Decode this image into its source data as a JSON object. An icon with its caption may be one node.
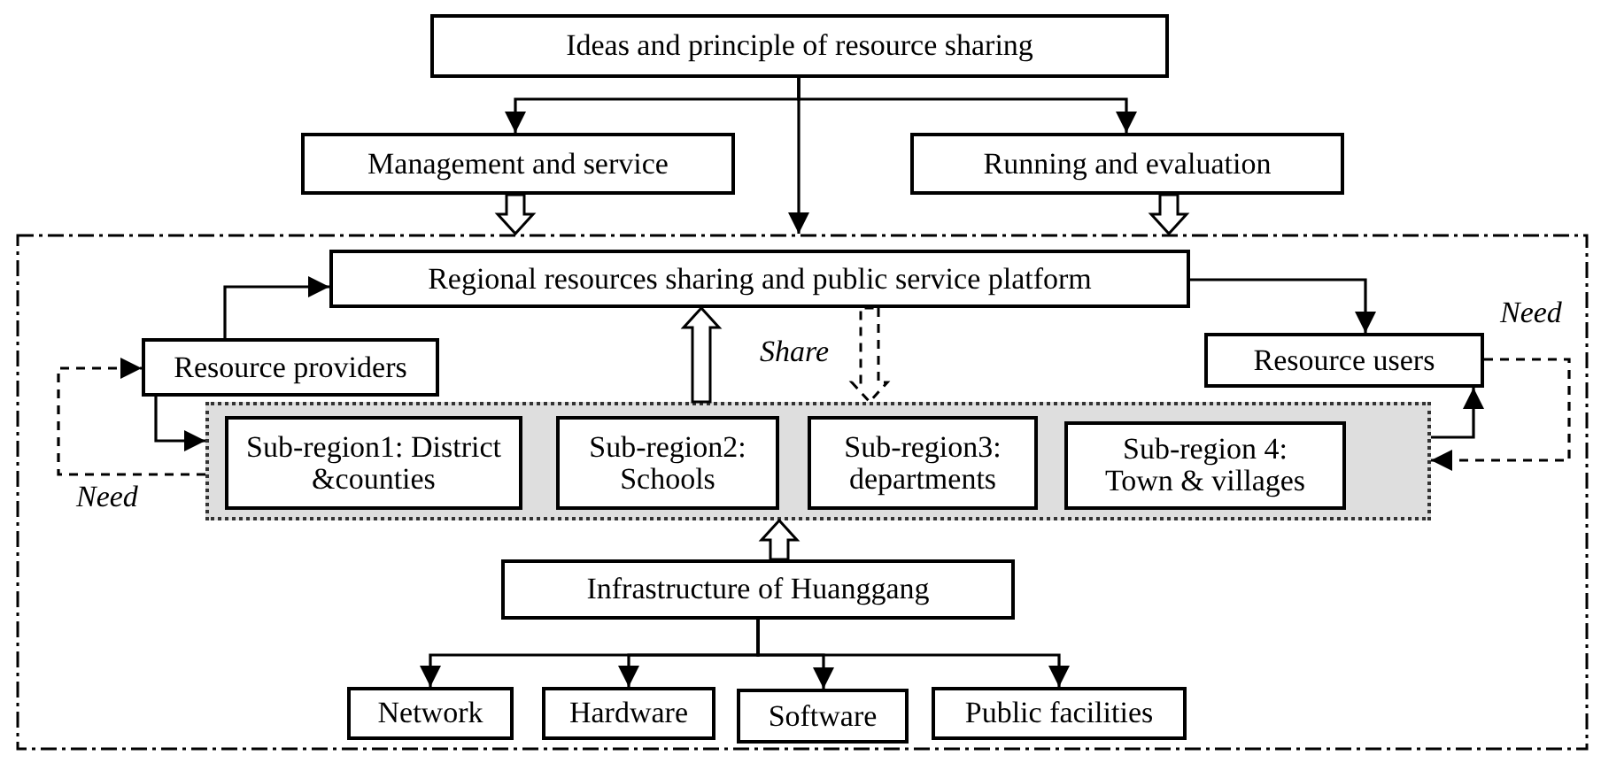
{
  "diagram": {
    "nodes": [
      {
        "text": [
          "Ideas and principle of resource sharing"
        ]
      },
      {
        "text": [
          "Management and service"
        ]
      },
      {
        "text": [
          "Running and evaluation"
        ]
      },
      {
        "text": [],
        "shape": "box"
      },
      {
        "text": [
          "Regional resources sharing and public service platform"
        ],
        "in": 3
      },
      {
        "text": [
          "Resource providers"
        ],
        "in": 3
      },
      {
        "text": [
          "Resource users"
        ],
        "in": 3
      },
      {
        "text": [],
        "shape": "box",
        "in": 3
      },
      {
        "text": [
          "Sub-region1: District &counties"
        ],
        "in": 7
      },
      {
        "text": [
          "Sub-region2: Schools"
        ],
        "in": 7
      },
      {
        "text": [
          "Sub-region3: departments"
        ],
        "in": 7
      },
      {
        "text": [
          "Sub-region 4: Town & villages"
        ],
        "in": 7
      },
      {
        "text": [
          "Infrastructure of Huanggang"
        ],
        "in": 3
      },
      {
        "text": [
          "Network"
        ],
        "in": 3
      },
      {
        "text": [
          "Hardware"
        ],
        "in": 3
      },
      {
        "text": [
          "Software"
        ],
        "in": 3
      },
      {
        "text": [
          "Public facilities"
        ],
        "in": 3
      }
    ],
    "edges": [
      {
        "from": 0,
        "to": 1,
        "arrow": "to"
      },
      {
        "from": 0,
        "to": 2,
        "arrow": "to"
      },
      {
        "from": 0,
        "to": 3,
        "arrow": "to"
      },
      {
        "from": 1,
        "to": 3,
        "arrow": "to",
        "style": "thick"
      },
      {
        "from": 2,
        "to": 3,
        "arrow": "to",
        "style": "thick"
      },
      {
        "from": 5,
        "to": 4,
        "arrow": "to"
      },
      {
        "from": 4,
        "to": 6,
        "arrow": "to"
      },
      {
        "from": 7,
        "to": 4,
        "arrow": "to",
        "style": "thick",
        "label": "Share"
      },
      {
        "from": 4,
        "to": 7,
        "arrow": "to",
        "style": "dashed"
      },
      {
        "from": 5,
        "to": 7,
        "arrow": "to"
      },
      {
        "from": 7,
        "to": 5,
        "arrow": "to",
        "style": "dashed",
        "label": "Need"
      },
      {
        "from": 7,
        "to": 6,
        "arrow": "to"
      },
      {
        "from": 6,
        "to": 7,
        "arrow": "to",
        "style": "dashed",
        "label": "Need"
      },
      {
        "from": 12,
        "to": 7,
        "arrow": "to",
        "style": "thick"
      },
      {
        "from": 12,
        "to": 13,
        "arrow": "to"
      },
      {
        "from": 12,
        "to": 14,
        "arrow": "to"
      },
      {
        "from": 12,
        "to": 15,
        "arrow": "to"
      },
      {
        "from": 12,
        "to": 16,
        "arrow": "to"
      }
    ]
  }
}
